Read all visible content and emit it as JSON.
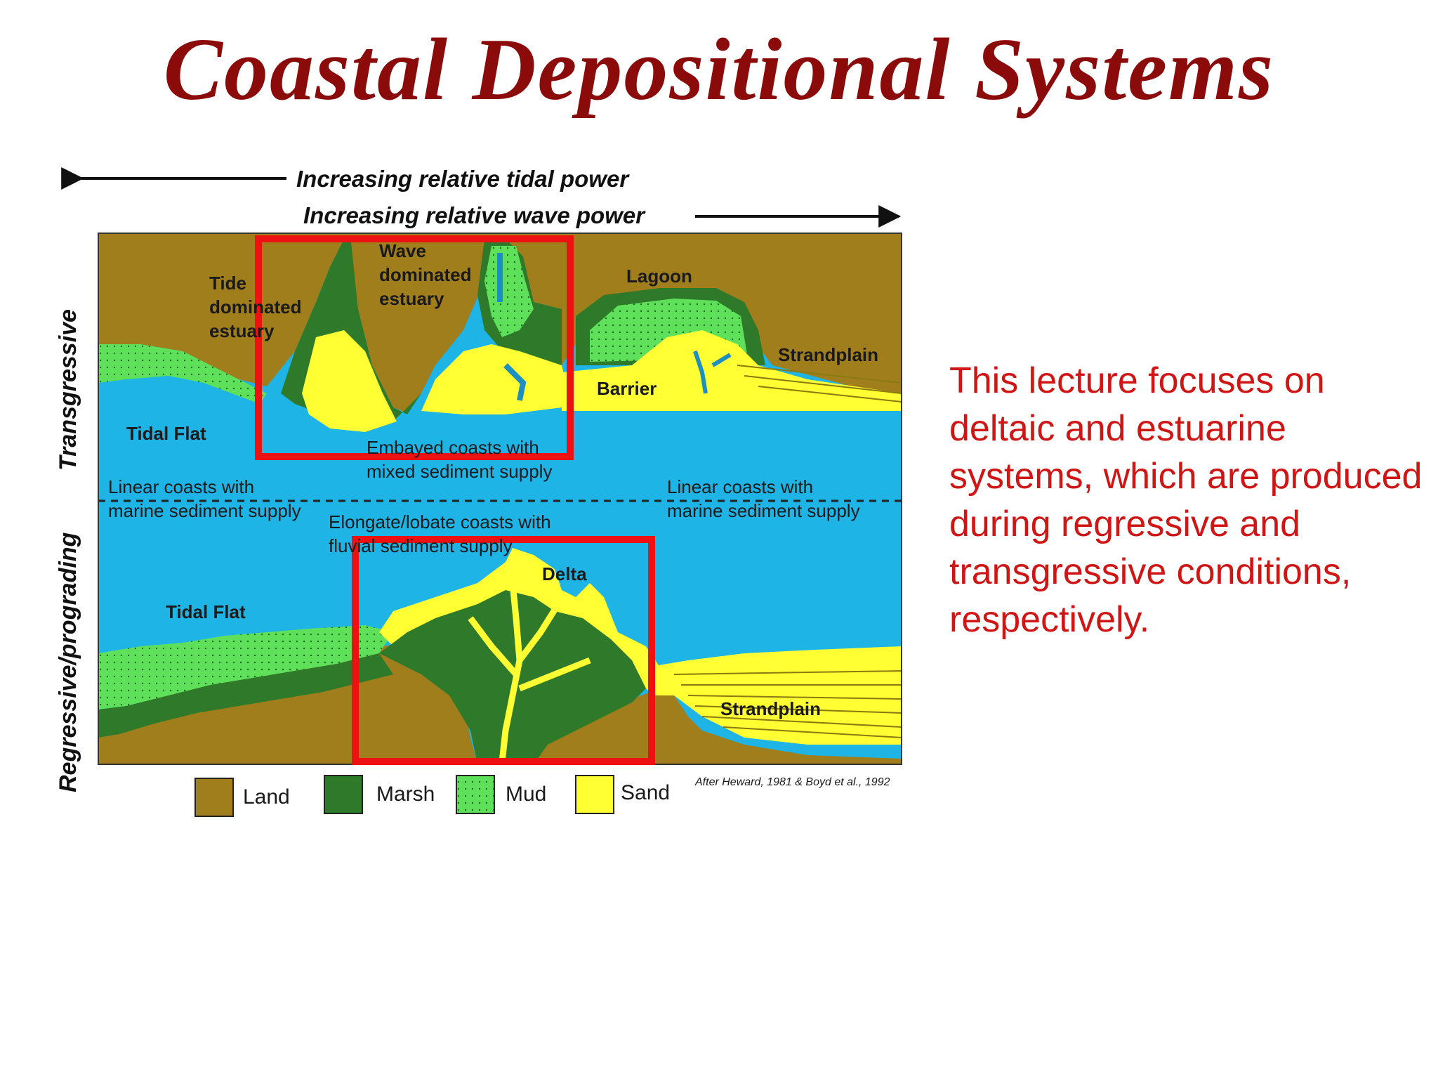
{
  "title": "Coastal Depositional Systems",
  "arrows": {
    "tidal_power": "Increasing relative tidal power",
    "wave_power": "Increasing relative wave power"
  },
  "axis": {
    "transgressive": "Transgressive",
    "regressive": "Regressive/prograding"
  },
  "labels": {
    "tide_line1": "Tide",
    "tide_line2": "dominated",
    "tide_line3": "estuary",
    "wave_line1": "Wave",
    "wave_line2": "dominated",
    "wave_line3": "estuary",
    "lagoon": "Lagoon",
    "strandplain_top": "Strandplain",
    "barrier": "Barrier",
    "tidal_flat_top": "Tidal Flat",
    "embayed_line1": "Embayed coasts with",
    "embayed_line2": "mixed sediment supply",
    "linear_left_line1": "Linear coasts with",
    "linear_left_line2": "marine sediment supply",
    "linear_right_line1": "Linear coasts with",
    "linear_right_line2": "marine sediment supply",
    "elongate_line1": "Elongate/lobate coasts with",
    "elongate_line2": "fluvial sediment supply",
    "delta": "Delta",
    "tidal_flat_bottom": "Tidal Flat",
    "strandplain_bottom": "Strandplain",
    "credit": "After Heward, 1981 & Boyd et al., 1992"
  },
  "legend": [
    {
      "label": "Land",
      "color": "#a07e1c"
    },
    {
      "label": "Marsh",
      "color": "#2f7a2a"
    },
    {
      "label": "Mud",
      "color": "#5fe05a"
    },
    {
      "label": "Sand",
      "color": "#ffff33"
    }
  ],
  "colors": {
    "land": "#a07e1c",
    "water": "#1fb4e6",
    "marsh": "#2f7a2a",
    "mud": "#5fe05a",
    "sand": "#ffff33",
    "highlight": "#ee1111",
    "title": "#8b0a0a",
    "note": "#d01515"
  },
  "note": "This lecture focuses on deltaic and estuarine systems, which are produced during regressive and transgressive conditions, respectively."
}
